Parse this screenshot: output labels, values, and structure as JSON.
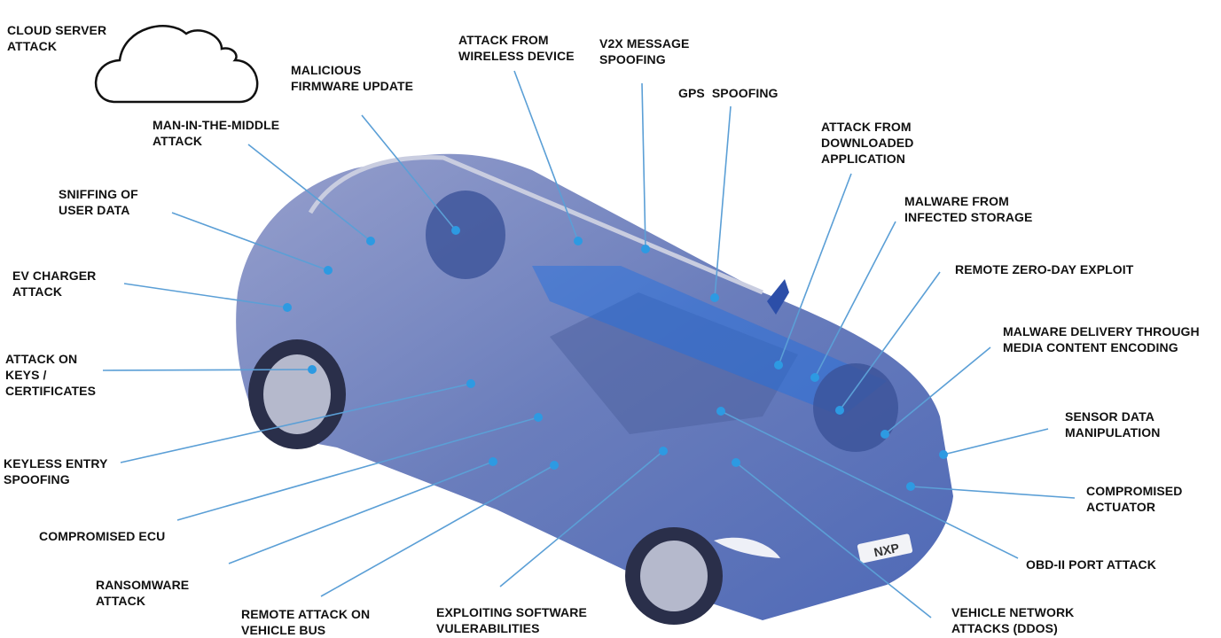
{
  "title_cloud": "CLOUD SERVER\nATTACK",
  "colors": {
    "line": "#5b9fd6",
    "dot": "#2d9ae2",
    "body": "#5a70b8",
    "glass": "#7f8fc2",
    "accent": "#1f6fe0"
  },
  "car_badge": "NXP",
  "labels": [
    "MALICIOUS\nFIRMWARE UPDATE",
    "MAN-IN-THE-MIDDLE\nATTACK",
    "SNIFFING OF\nUSER DATA",
    "EV CHARGER\nATTACK",
    "ATTACK ON\nKEYS /\nCERTIFICATES",
    "KEYLESS ENTRY\nSPOOFING",
    "COMPROMISED ECU",
    "RANSOMWARE\nATTACK",
    "REMOTE ATTACK ON\nVEHICLE BUS",
    "EXPLOITING SOFTWARE\nVULERABILITIES",
    "VEHICLE NETWORK\nATTACKS (DDOS)",
    "OBD-II PORT ATTACK",
    "COMPROMISED\nACTUATOR",
    "SENSOR DATA\nMANIPULATION",
    "MALWARE DELIVERY THROUGH\nMEDIA CONTENT ENCODING",
    "REMOTE ZERO-DAY EXPLOIT",
    "MALWARE FROM\nINFECTED STORAGE",
    "ATTACK FROM\nDOWNLOADED\nAPPLICATION",
    "GPS  SPOOFING",
    "V2X MESSAGE\nSPOOFING",
    "ATTACK FROM\nWIRELESS DEVICE"
  ]
}
